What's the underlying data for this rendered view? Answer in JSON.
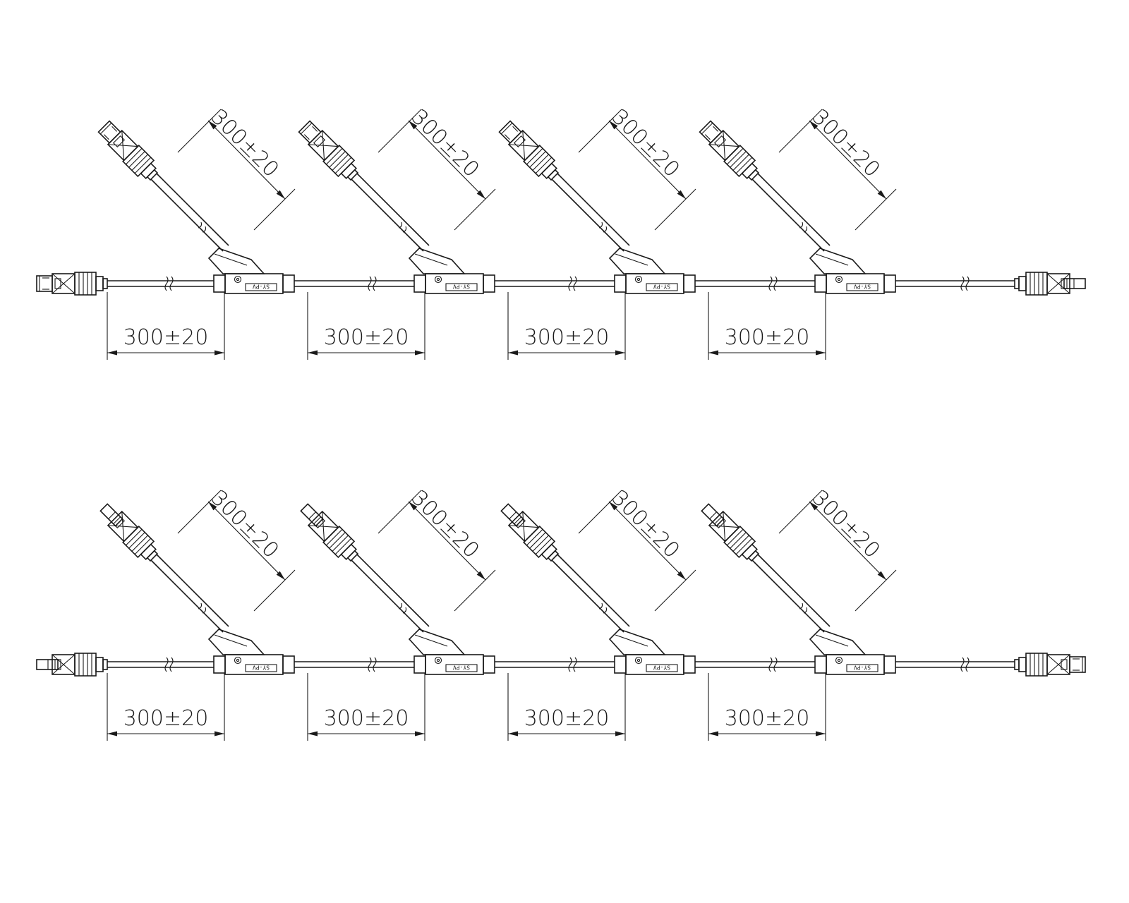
{
  "drawing": {
    "dimension_label": "300±20",
    "brand_label": "SY-PV",
    "line_color": "#1a1a1a",
    "background": "#ffffff"
  },
  "assemblies": [
    {
      "name": "upper-branch-assembly",
      "branch_count": 4,
      "left_connector": "female-connector",
      "right_connector": "male-connector",
      "branch_connector": "female-connector"
    },
    {
      "name": "lower-branch-assembly",
      "branch_count": 4,
      "left_connector": "male-connector",
      "right_connector": "female-connector",
      "branch_connector": "male-connector"
    }
  ]
}
